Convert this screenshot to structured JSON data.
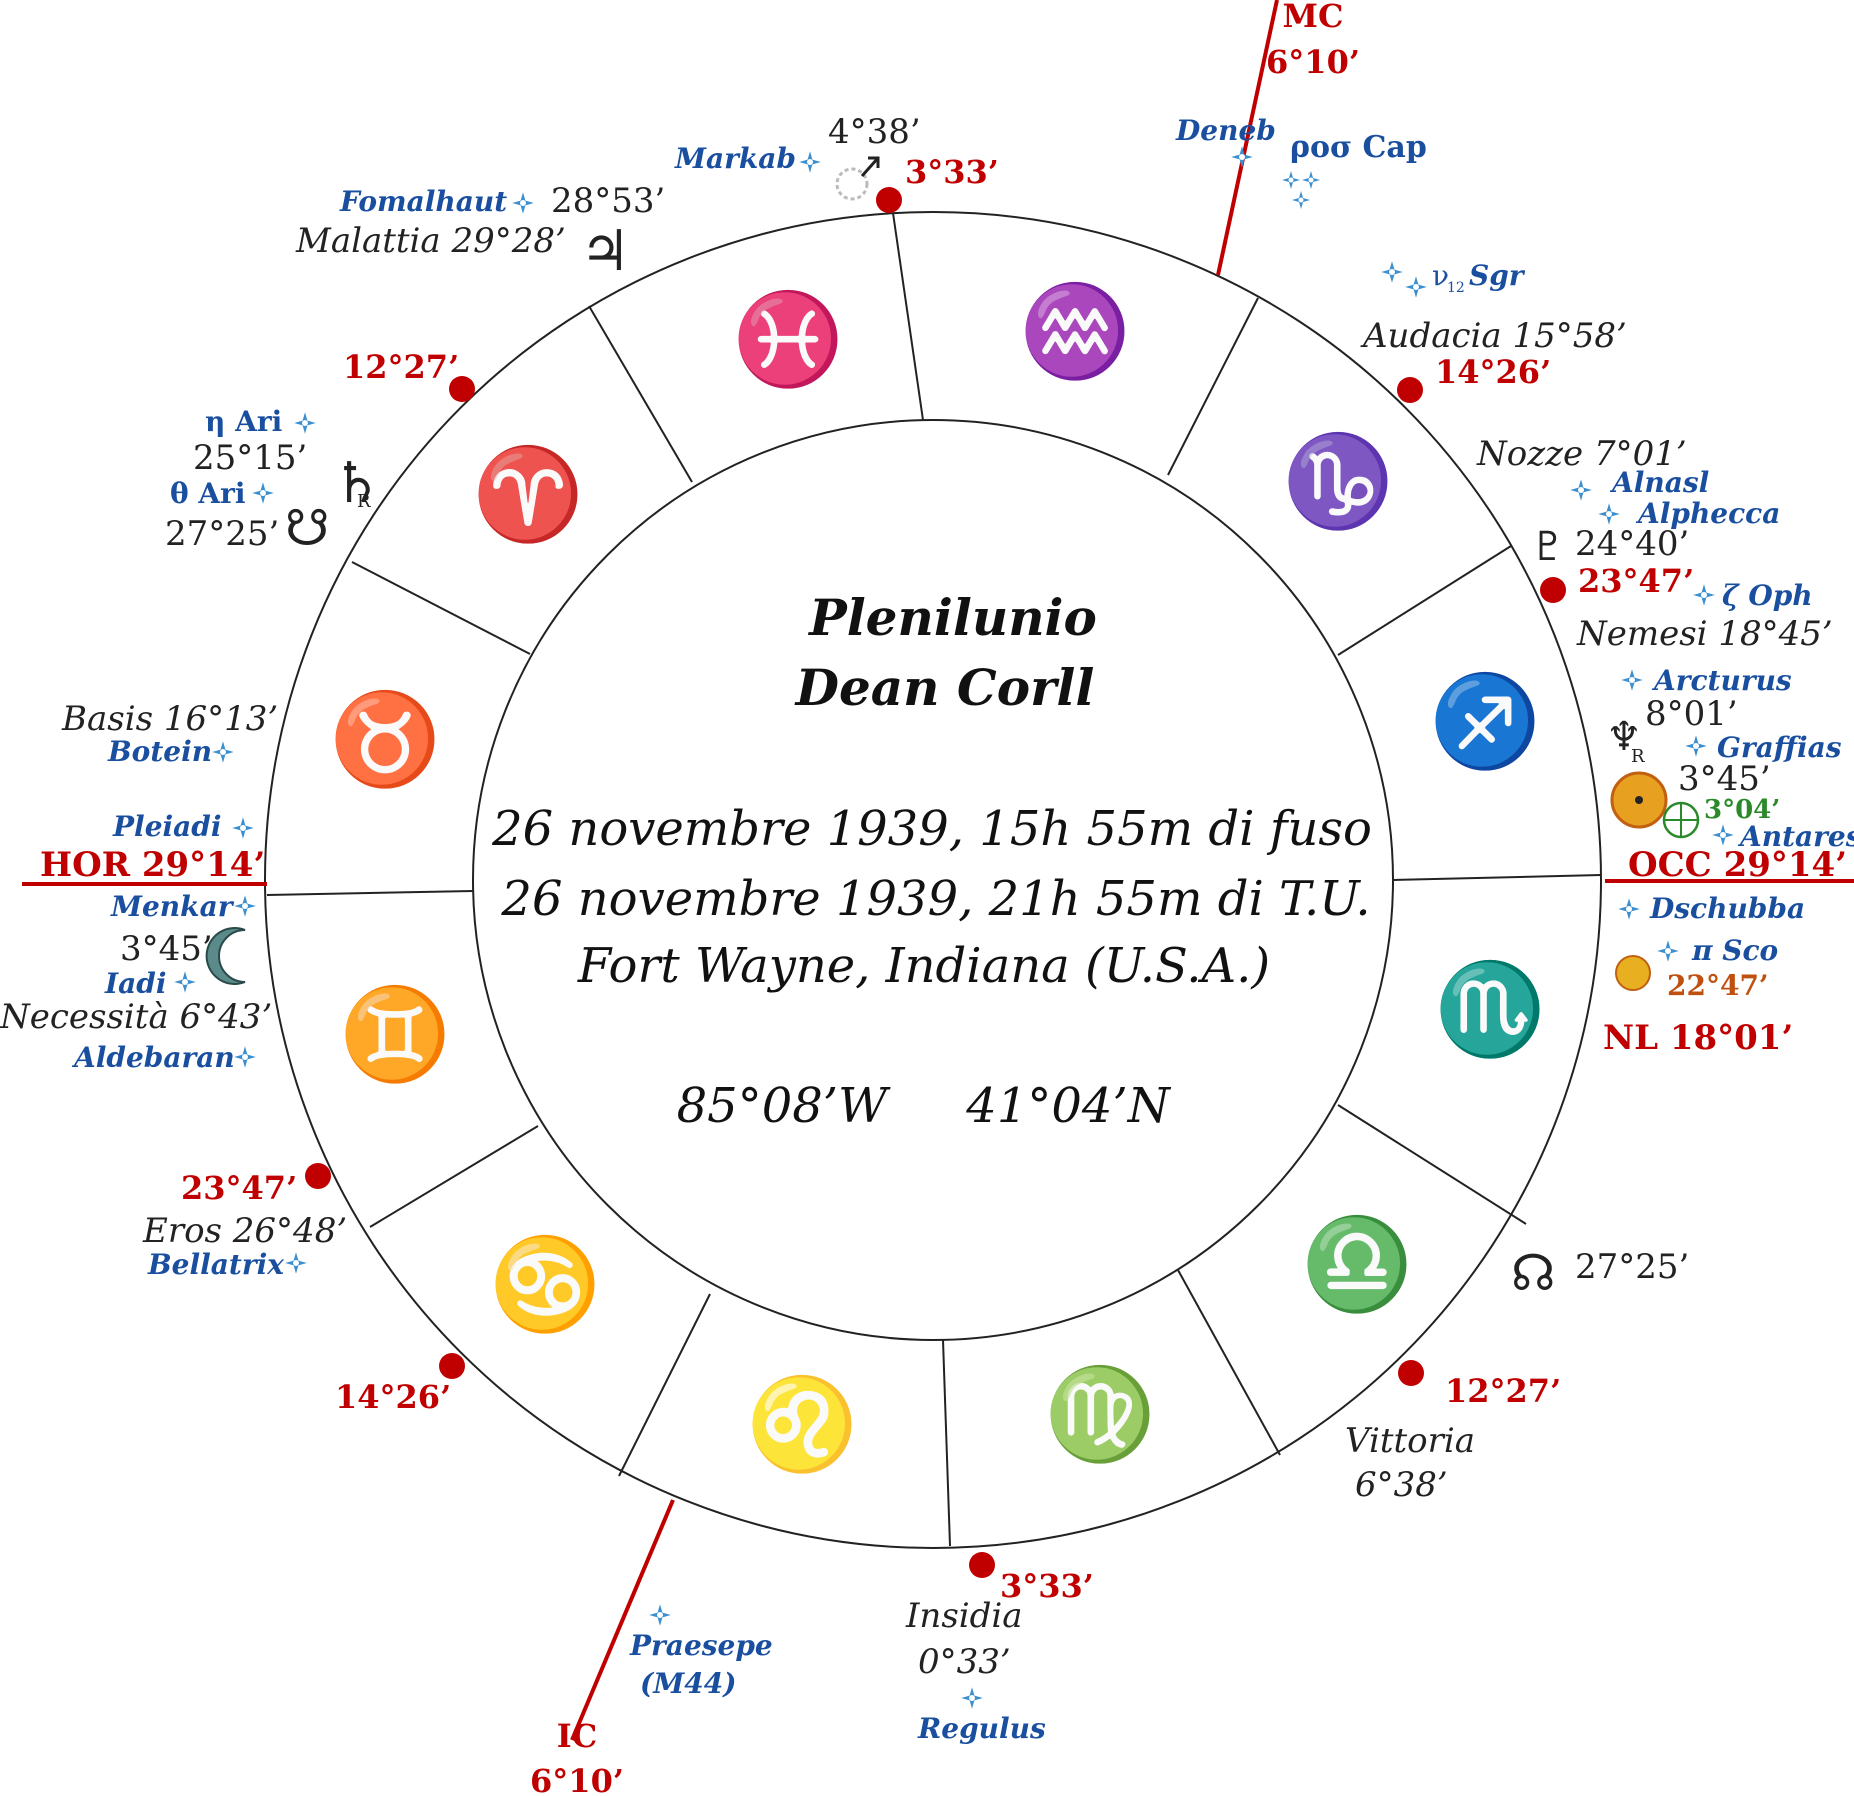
{
  "title": {
    "line1": "Plenilunio",
    "line2": "Dean Corll"
  },
  "details": {
    "local_time": "26 novembre 1939, 15h 55m di fuso",
    "ut_time": "26 novembre 1939, 21h 55m di T.U.",
    "place": "Fort Wayne, Indiana (U.S.A.)",
    "longitude": "85°08’W",
    "latitude": "41°04’N"
  },
  "axes": {
    "mc_label": "MC",
    "mc_value": "6°10’",
    "ic_label": "IC",
    "ic_value": "6°10’",
    "hor": "HOR 29°14’",
    "occ": "OCC 29°14’"
  },
  "zodiac_glyphs": {
    "pisces": "♓",
    "aquarius": "♒",
    "capricorn": "♑",
    "sagittarius": "♐",
    "scorpio": "♏",
    "libra": "♎",
    "virgo": "♍",
    "leo": "♌",
    "cancer": "♋",
    "gemini": "♊",
    "taurus": "♉",
    "aries": "♈"
  },
  "cusps": {
    "c1": "3°33’",
    "c2": "14°26’",
    "c3": "23°47’",
    "c4": "12°27’",
    "c5": "3°33’",
    "c6": "12°27’",
    "c7": "23°47’",
    "c8": "14°26’"
  },
  "planets": {
    "uranus": "4°38’",
    "jupiter": "28°53’",
    "saturn": "25°15’",
    "saturn_r": "R",
    "asc_node": "27°25’",
    "pluto": "24°40’",
    "neptune": "8°01’",
    "neptune_r": "R",
    "sun": "3°45’",
    "earth": "3°04’",
    "moon": "3°45’",
    "mercury": "22°47’",
    "desc_node": "27°25’"
  },
  "fixed_stars": {
    "markab": "Markab",
    "fomalhaut": "Fomalhaut",
    "deneb": "Deneb",
    "rho_cap": "ρoσ Cap",
    "nu_sgr_greek": "ν",
    "nu_sgr_sub": "12",
    "nu_sgr": "Sgr",
    "alnasl": "Alnasl",
    "alphecca": "Alphecca",
    "zeta_oph": "ζ Oph",
    "arcturus": "Arcturus",
    "graffias": "Graffias",
    "antares": "Antares",
    "dschubba": "Dschubba",
    "pi_sco": "π Sco",
    "eta_ari": "η Ari",
    "theta_ari": "θ Ari",
    "botein": "Botein",
    "pleiadi": "Pleiadi",
    "menkar": "Menkar",
    "iadi": "Iadi",
    "aldebaran": "Aldebaran",
    "bellatrix": "Bellatrix",
    "praesepe": "Praesepe",
    "m44": "(M44)",
    "regulus": "Regulus"
  },
  "arabic_parts": {
    "malattia": "Malattia 29°28’",
    "audacia": "Audacia 15°58’",
    "nozze": "Nozze 7°01’",
    "nemesi": "Nemesi 18°45’",
    "basis": "Basis 16°13’",
    "necessita": "Necessità 6°43’",
    "eros": "Eros 26°48’",
    "vittoria": "Vittoria",
    "vittoria_deg": "6°38’",
    "insidia": "Insidia",
    "insidia_deg": "0°33’"
  },
  "nodes": {
    "nl": "NL 18°01’"
  },
  "colors": {
    "accent": "#c00000",
    "star": "#1a4fa0",
    "line": "#222222",
    "sun": "#e8a020",
    "earth": "#2a8a2a"
  }
}
